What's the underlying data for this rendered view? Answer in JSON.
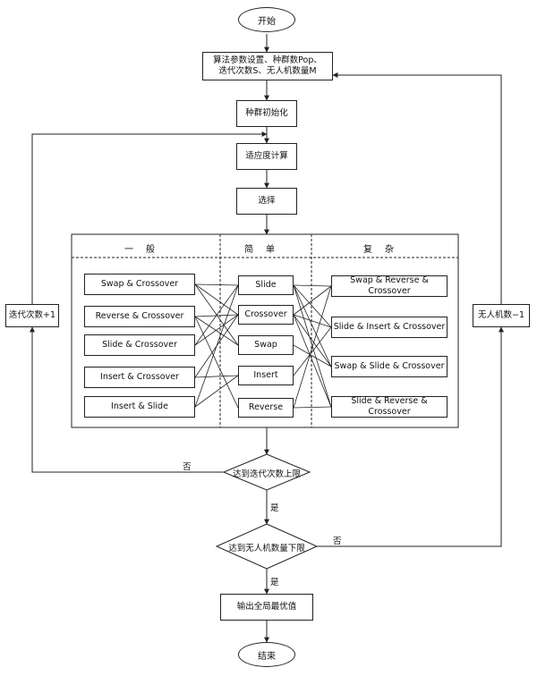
{
  "start": "开始",
  "params": {
    "line1": "算法参数设置、种群数Pop、",
    "line2": "迭代次数S、无人机数量M"
  },
  "init": "种群初始化",
  "fitness": "适应度计算",
  "select": "选择",
  "groups": {
    "general": "一般",
    "simple": "简单",
    "complex": "复杂"
  },
  "general_ops": [
    "Swap & Crossover",
    "Reverse & Crossover",
    "Slide & Crossover",
    "Insert & Crossover",
    "Insert & Slide"
  ],
  "simple_ops": [
    "Slide",
    "Crossover",
    "Swap",
    "Insert",
    "Reverse"
  ],
  "complex_ops": [
    "Swap & Reverse & Crossover",
    "Slide & Insert & Crossover",
    "Swap & Slide & Crossover",
    "Slide & Reverse & Crossover"
  ],
  "iter_box": "迭代次数+1",
  "uav_box": "无人机数−1",
  "decision1": "达到迭代次数上限",
  "decision2": "达到无人机数量下限",
  "no": "否",
  "yes": "是",
  "output": "输出全局最优值",
  "end": "结束"
}
